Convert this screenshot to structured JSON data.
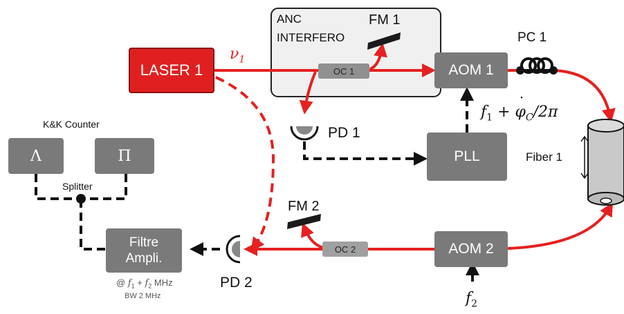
{
  "laser": {
    "label": "LASER 1",
    "frequency": "ν1"
  },
  "anc": {
    "line1": "ANC",
    "line2": "INTERFERO"
  },
  "fm1": "FM 1",
  "fm2": "FM 2",
  "oc1": "OC 1",
  "oc2": "OC 2",
  "aom1": "AOM 1",
  "aom2": "AOM 2",
  "pc1": "PC 1",
  "pll": "PLL",
  "pd1": "PD 1",
  "pd2": "PD 2",
  "fiber": "Fiber 1",
  "pll_freq": {
    "f": "f",
    "sub": "1",
    "rest": " + ",
    "phi": "φ",
    "phisub": "C",
    "tail": "/2π"
  },
  "aom2_freq": {
    "f": "f",
    "sub": "2"
  },
  "counter": {
    "title": "K&K Counter",
    "lambda": "Λ",
    "pi": "Π",
    "splitter": "Splitter"
  },
  "filter": {
    "line1": "Filtre",
    "line2": "Ampli.",
    "note1_pre": "@ ",
    "note1_f1": "f",
    "note1_s1": "1",
    "note1_plus": " + ",
    "note1_f2": "f",
    "note1_s2": "2",
    "note1_unit": " MHz",
    "note2": "BW 2 MHz"
  },
  "colors": {
    "laser_red": "#e02020",
    "box_gray": "#7a7a7a",
    "beam": "#e62020",
    "signal": "#111111"
  }
}
